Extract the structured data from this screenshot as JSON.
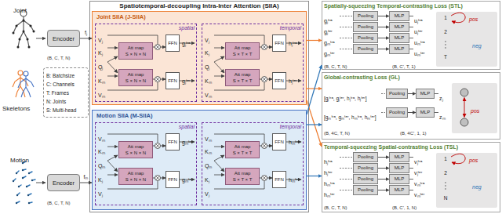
{
  "diagram": {
    "nodes": [
      {
        "text": [
          "Encoder"
        ]
      },
      {
        "text": [
          "B: Batchsize",
          "C: Channels",
          "T: Frames",
          "N: Joints",
          "S: Multi-head"
        ]
      },
      {
        "text": [
          "Encoder"
        ]
      },
      {
        "text": [
          "Spatiotemporal-decoupling Intra-Inter Attention (SIIA)"
        ]
      },
      {
        "text": [
          "Joint SIIA (J-SIIA)"
        ],
        "in": 3
      },
      {
        "text": [
          "spatial"
        ],
        "in": 4
      },
      {
        "text": [
          "Att map",
          "S × N × N"
        ],
        "in": 5
      },
      {
        "text": [
          "Att map",
          "S × N × N"
        ],
        "in": 5
      },
      {
        "text": [
          "FFN"
        ],
        "in": 5
      },
      {
        "text": [
          "FFN"
        ],
        "in": 5
      },
      {
        "text": [
          "temporal"
        ],
        "in": 4
      },
      {
        "text": [
          "Att map",
          "S × T × T"
        ],
        "in": 10
      },
      {
        "text": [
          "Att map",
          "S × T × T"
        ],
        "in": 10
      },
      {
        "text": [
          "FFN"
        ],
        "in": 10
      },
      {
        "text": [
          "FFN"
        ],
        "in": 10
      },
      {
        "text": [
          "Motion SIIA (M-SIIA)"
        ],
        "in": 3
      },
      {
        "text": [
          "spatial"
        ],
        "in": 15
      },
      {
        "text": [
          "Att map",
          "S × N × N"
        ],
        "in": 16
      },
      {
        "text": [
          "Att map",
          "S × N × N"
        ],
        "in": 16
      },
      {
        "text": [
          "FFN"
        ],
        "in": 16
      },
      {
        "text": [
          "FFN"
        ],
        "in": 16
      },
      {
        "text": [
          "temporal"
        ],
        "in": 15
      },
      {
        "text": [
          "Att map",
          "S × T × T"
        ],
        "in": 21
      },
      {
        "text": [
          "Att map",
          "S × T × T"
        ],
        "in": 21
      },
      {
        "text": [
          "FFN"
        ],
        "in": 21
      },
      {
        "text": [
          "FFN"
        ],
        "in": 21
      },
      {
        "text": [
          "Spatially-squeezing Temporal-contrasting Loss (STL)"
        ]
      },
      {
        "text": [
          "Pooling"
        ],
        "in": 26
      },
      {
        "text": [
          "MLP"
        ],
        "in": 26
      },
      {
        "text": [
          "Pooling"
        ],
        "in": 26
      },
      {
        "text": [
          "MLP"
        ],
        "in": 26
      },
      {
        "text": [
          "Pooling"
        ],
        "in": 26
      },
      {
        "text": [
          "MLP"
        ],
        "in": 26
      },
      {
        "text": [
          "Pooling"
        ],
        "in": 26
      },
      {
        "text": [
          "MLP"
        ],
        "in": 26
      },
      {
        "text": [
          "1"
        ],
        "in": 26
      },
      {
        "text": [
          "2"
        ],
        "in": 26
      },
      {
        "text": [
          "T"
        ],
        "in": 26
      },
      {
        "text": [
          "Global-contrasting Loss (GL)"
        ]
      },
      {
        "text": [
          "Pooling"
        ],
        "in": 38
      },
      {
        "text": [
          "MLP"
        ],
        "in": 38
      },
      {
        "text": [
          "Pooling"
        ],
        "in": 38
      },
      {
        "text": [
          "MLP"
        ],
        "in": 38
      },
      {
        "text": [
          "Temporal-squeezing Spatial-contrasting Loss (TSL)"
        ]
      },
      {
        "text": [
          "Pooling"
        ],
        "in": 43
      },
      {
        "text": [
          "MLP"
        ],
        "in": 43
      },
      {
        "text": [
          "Pooling"
        ],
        "in": 43
      },
      {
        "text": [
          "MLP"
        ],
        "in": 43
      },
      {
        "text": [
          "Pooling"
        ],
        "in": 43
      },
      {
        "text": [
          "MLP"
        ],
        "in": 43
      },
      {
        "text": [
          "Pooling"
        ],
        "in": 43
      },
      {
        "text": [
          "MLP"
        ],
        "in": 43
      },
      {
        "text": [
          "1"
        ],
        "in": 43
      },
      {
        "text": [
          "2"
        ],
        "in": 43
      },
      {
        "text": [
          "N"
        ],
        "in": 43
      }
    ],
    "edges": [
      {
        "from": 0,
        "to": 4,
        "label": "fⱼ",
        "arrow": "to"
      },
      {
        "from": 2,
        "to": 15,
        "label": "fₘ",
        "arrow": "to"
      },
      {
        "from": 6,
        "to": 8,
        "arrow": "to"
      },
      {
        "from": 7,
        "to": 9,
        "arrow": "to"
      },
      {
        "from": 11,
        "to": 13,
        "arrow": "to"
      },
      {
        "from": 12,
        "to": 14,
        "arrow": "to"
      },
      {
        "from": 17,
        "to": 19,
        "arrow": "to"
      },
      {
        "from": 18,
        "to": 20,
        "arrow": "to"
      },
      {
        "from": 22,
        "to": 24,
        "arrow": "to"
      },
      {
        "from": 23,
        "to": 25,
        "arrow": "to"
      },
      {
        "from": 4,
        "to": 26,
        "arrow": "to"
      },
      {
        "from": 4,
        "to": 38,
        "arrow": "to"
      },
      {
        "from": 4,
        "to": 43,
        "arrow": "to"
      },
      {
        "from": 15,
        "to": 26,
        "arrow": "to"
      },
      {
        "from": 15,
        "to": 38,
        "arrow": "to"
      },
      {
        "from": 15,
        "to": 43,
        "arrow": "to"
      },
      {
        "from": 27,
        "to": 28,
        "arrow": "to"
      },
      {
        "from": 29,
        "to": 30,
        "arrow": "to"
      },
      {
        "from": 31,
        "to": 32,
        "arrow": "to"
      },
      {
        "from": 33,
        "to": 34,
        "arrow": "to"
      },
      {
        "from": 39,
        "to": 40,
        "arrow": "to"
      },
      {
        "from": 41,
        "to": 42,
        "arrow": "to"
      },
      {
        "from": 44,
        "to": 45,
        "arrow": "to"
      },
      {
        "from": 46,
        "to": 47,
        "arrow": "to"
      },
      {
        "from": 48,
        "to": 49,
        "arrow": "to"
      },
      {
        "from": 50,
        "to": 51,
        "arrow": "to"
      },
      {
        "from": 35,
        "to": 36,
        "arrow": "both"
      },
      {
        "from": 35,
        "to": 37,
        "arrow": "both"
      },
      {
        "from": 52,
        "to": 53,
        "arrow": "both"
      },
      {
        "from": 52,
        "to": 54,
        "arrow": "both"
      }
    ],
    "labels": [
      "Joint",
      "(B, C, T, N)",
      "Skeletons",
      "Motion",
      "(B, C, T, N)",
      "Vⱼ",
      "Kⱼ",
      "Qⱼ",
      "Kₘ",
      "Vₘ",
      "gⱼᵗʳᵃ",
      "gⱼᵗᵉʳ",
      "Vⱼ",
      "Kⱼ",
      "Qⱼ",
      "Kₘ",
      "Vₘ",
      "hⱼᵗʳᵃ",
      "hⱼᵗᵉʳ",
      "Vₘ",
      "Kₘ",
      "Qₘ",
      "Kⱼ",
      "Vⱼ",
      "gₘᵗʳᵃ",
      "gₘᵗᵉʳ",
      "Vₘ",
      "Kₘ",
      "Qₘ",
      "Kⱼ",
      "Vⱼ",
      "hₘᵗʳᵃ",
      "hₘᵗᵉʳ",
      "gⱼᵗʳᵃ",
      "gⱼᵗᵉʳ",
      "gₘᵗʳᵃ",
      "gₘᵗᵉʳ",
      "uⱼᵗʳᵃ",
      "uⱼᵗᵉʳ",
      "uₘᵗʳᵃ",
      "uₘᵗᵉʳ",
      "(B, C, T, N)",
      "(B, C', T, 1)",
      "pos",
      "neg",
      "[gⱼᵗʳᵃ, gⱼᵗᵉʳ, hⱼᵗʳᵃ, hⱼᵗᵉʳ]",
      "[gₘᵗʳᵃ, gₘᵗᵉʳ, hₘᵗʳᵃ, hₘᵗᵉʳ]",
      "zⱼ",
      "zₘ",
      "(B, 4C, T, N)",
      "(B, 4C', 1, 1)",
      "pos",
      "hⱼᵗʳᵃ",
      "hⱼᵗᵉʳ",
      "hₘᵗʳᵃ",
      "hₘᵗᵉʳ",
      "vⱼᵗʳᵃ",
      "vⱼᵗᵉʳ",
      "vₘᵗʳᵃ",
      "vₘᵗᵉʳ",
      "(B, C, T, N)",
      "(B, C', 1, N)",
      "pos",
      "neg"
    ]
  }
}
